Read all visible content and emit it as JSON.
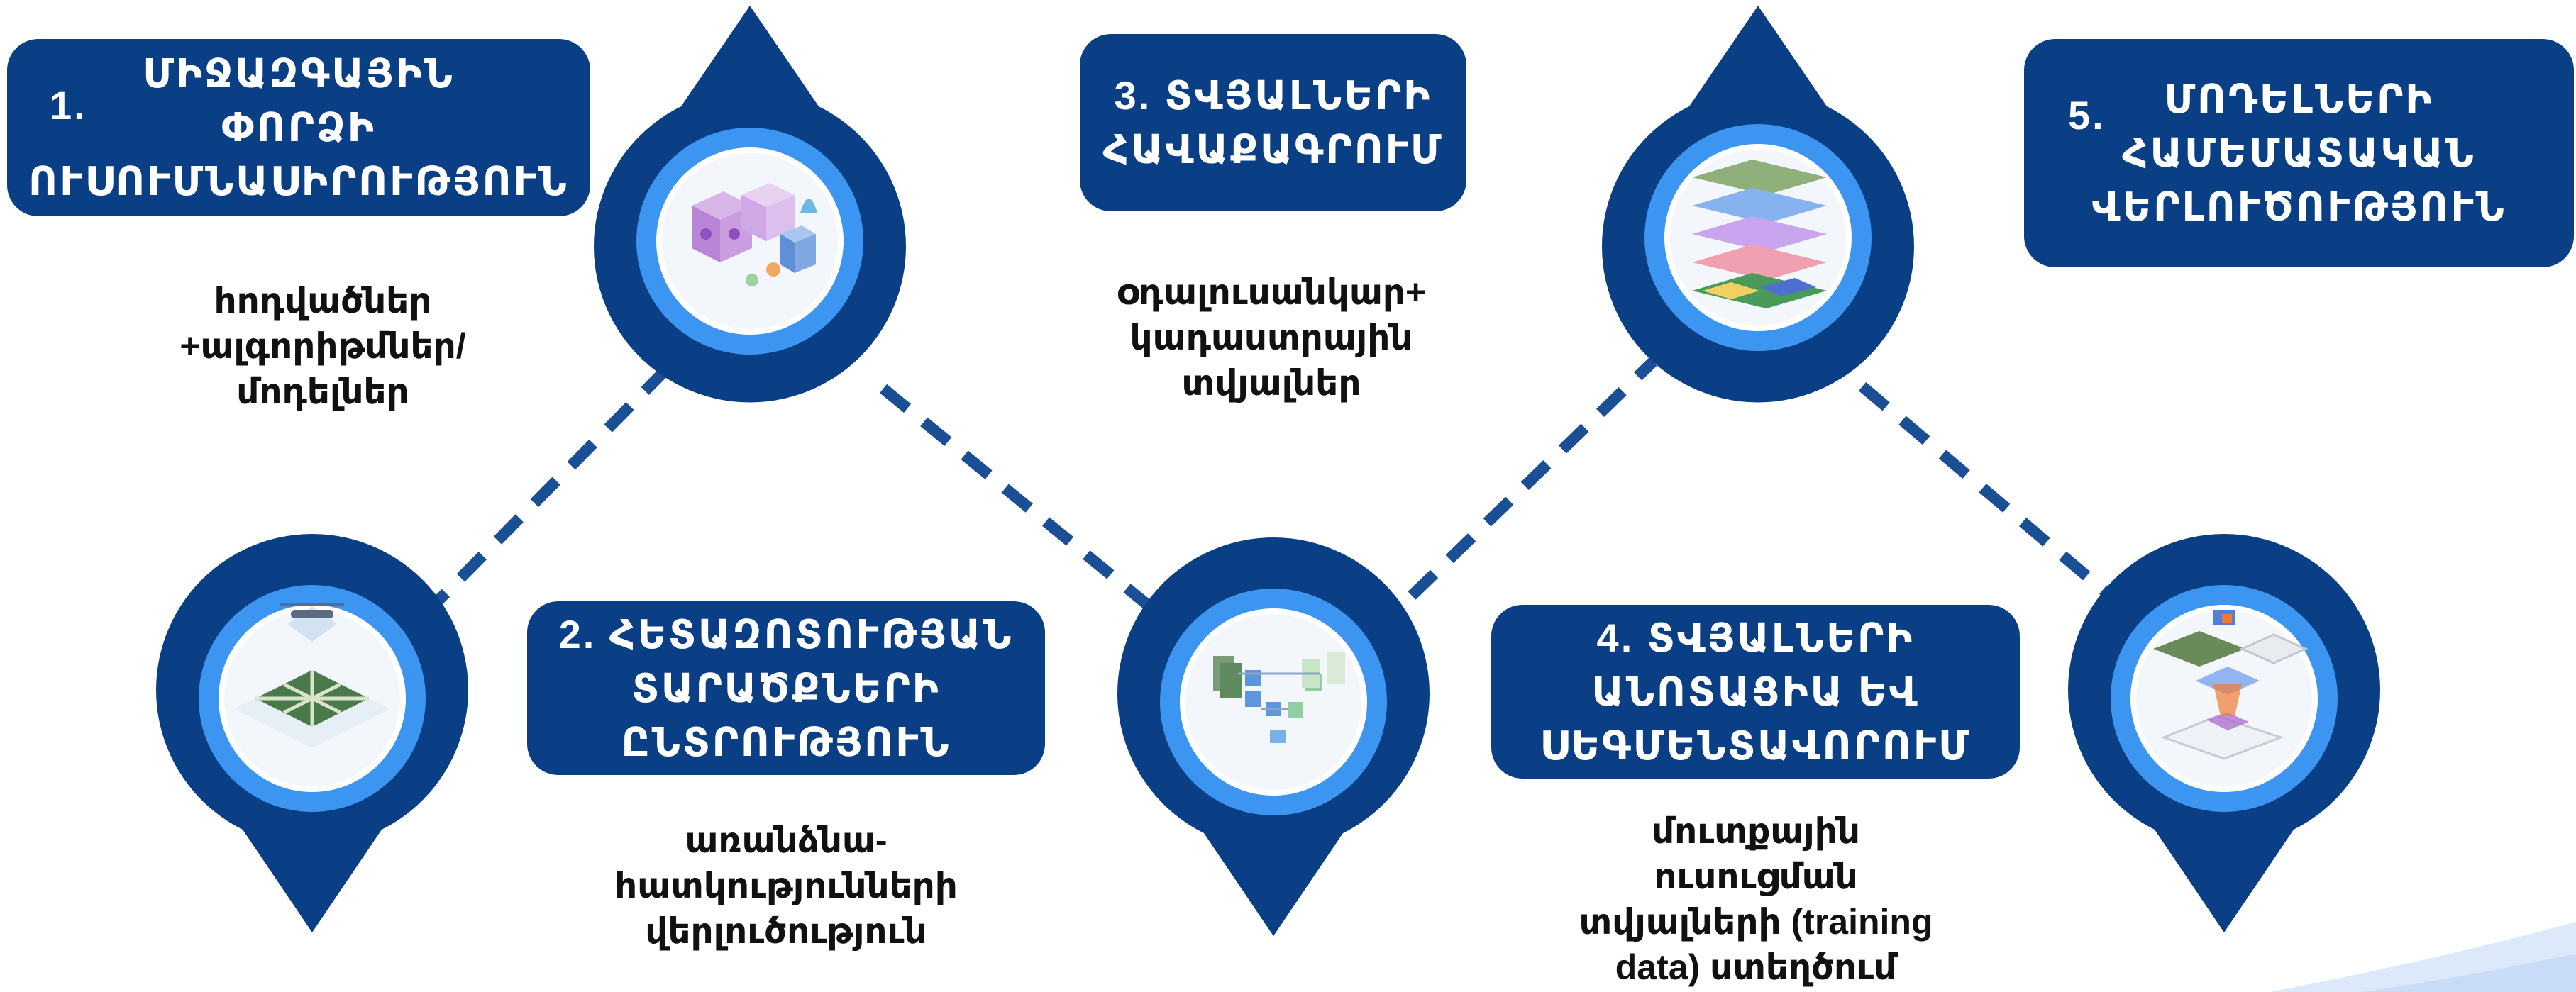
{
  "steps": [
    {
      "number": "1.",
      "title": "ՄԻՋԱԶԳԱՅԻՆ ՓՈՐՁԻ ՈՒՍՈՒՄՆԱՍԻՐՈՒԹՅՈՒՆ",
      "title_lines": [
        "ՄԻՋԱԶԳԱՅԻՆ",
        "ՓՈՐՁԻ",
        "ՈՒՍՈՒՄՆԱՍԻՐՈՒԹՅՈՒՆ"
      ],
      "description_lines": [
        "հոդվածներ",
        "+ալգորիթմներ/",
        "մոդելներ"
      ],
      "icon": "3d-cell-cubes-icon"
    },
    {
      "number": "2.",
      "title": "ՀԵՏԱԶՈՏՈՒԹՅԱՆ ՏԱՐԱԾՔՆԵՐԻ ԸՆՏՐՈՒԹՅՈՒՆ",
      "title_lines": [
        "2. ՀԵՏԱԶՈՏՈՒԹՅԱՆ",
        "ՏԱՐԱԾՔՆԵՐԻ",
        "ԸՆՏՐՈՒԹՅՈՒՆ"
      ],
      "description_lines": [
        "առանձնա-",
        "հատկությունների",
        "վերլուծություն"
      ],
      "icon": "drone-map-tiles-icon"
    },
    {
      "number": "3.",
      "title": "ՏՎՅԱԼՆԵՐԻ ՀԱՎԱՔԱԳՐՈՒՄ",
      "title_lines": [
        "3. ՏՎՅԱԼՆԵՐԻ",
        "ՀԱՎԱՔԱԳՐՈՒՄ"
      ],
      "description_lines": [
        "օդալուսանկար+",
        "կադաստրային",
        "տվյալներ"
      ],
      "icon": "neural-network-layers-icon"
    },
    {
      "number": "4.",
      "title": "ՏՎՅԱԼՆԵՐԻ ԱՆՈՏԱՑԻԱ ԵՎ ՍԵԳՄԵՆՏԱՎՈՐՈՒՄ",
      "title_lines": [
        "4. ՏՎՅԱԼՆԵՐԻ",
        "ԱՆՈՏԱՑԻԱ ԵՎ",
        "ՍԵԳՄԵՆՏԱՎՈՐՈՒՄ"
      ],
      "description_lines": [
        "մուտքային",
        "ուսուցման",
        "տվյալների (training",
        "data) ստեղծում"
      ],
      "icon": "stacked-map-layers-icon"
    },
    {
      "number": "5.",
      "title": "ՄՈԴԵԼՆԵՐԻ ՀԱՄԵՄԱՏԱԿԱՆ ՎԵՐԼՈՒԾՈՒԹՅՈՒՆ",
      "title_lines": [
        "ՄՈԴԵԼՆԵՐԻ",
        "ՀԱՄԵՄԱՏԱԿԱՆ",
        "ՎԵՐԼՈՒԾՈՒԹՅՈՒՆ"
      ],
      "description_lines": [],
      "icon": "map-comparison-layers-icon"
    }
  ],
  "colors": {
    "dark_blue": "#0a3f86",
    "ring_blue": "#3c95f0",
    "connector": "#1a4f96",
    "swoosh": "#dce9fb"
  }
}
